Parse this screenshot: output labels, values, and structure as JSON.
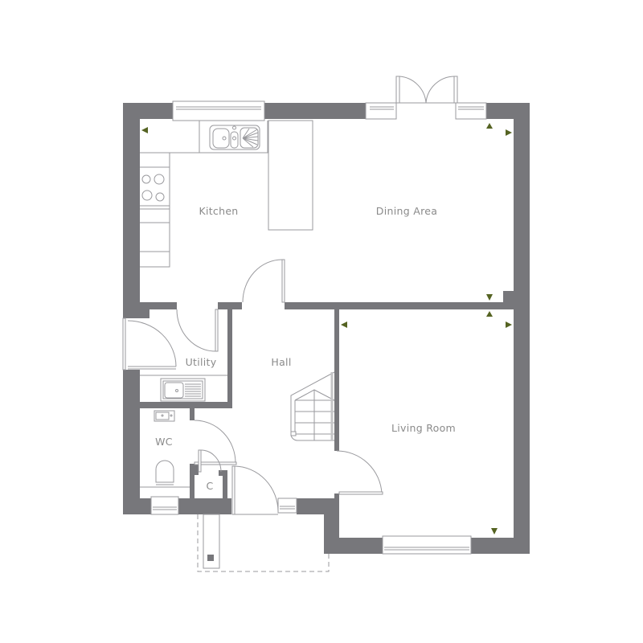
{
  "colors": {
    "wall": "#77777b",
    "line": "#9a9a9e",
    "light_line": "#c4c4c6",
    "marker": "#556322",
    "label": "#8a8a8a"
  },
  "rooms": [
    {
      "id": "kitchen",
      "label": "Kitchen"
    },
    {
      "id": "dining-area",
      "label": "Dining Area"
    },
    {
      "id": "utility",
      "label": "Utility"
    },
    {
      "id": "hall",
      "label": "Hall"
    },
    {
      "id": "wc",
      "label": "WC"
    },
    {
      "id": "cupboard",
      "label": "C"
    },
    {
      "id": "living-room",
      "label": "Living Room"
    }
  ],
  "dimension_markers": {
    "kitchen_dining": [
      "left",
      "top",
      "right",
      "bottom"
    ],
    "living_room": [
      "left",
      "top",
      "right",
      "bottom"
    ]
  }
}
